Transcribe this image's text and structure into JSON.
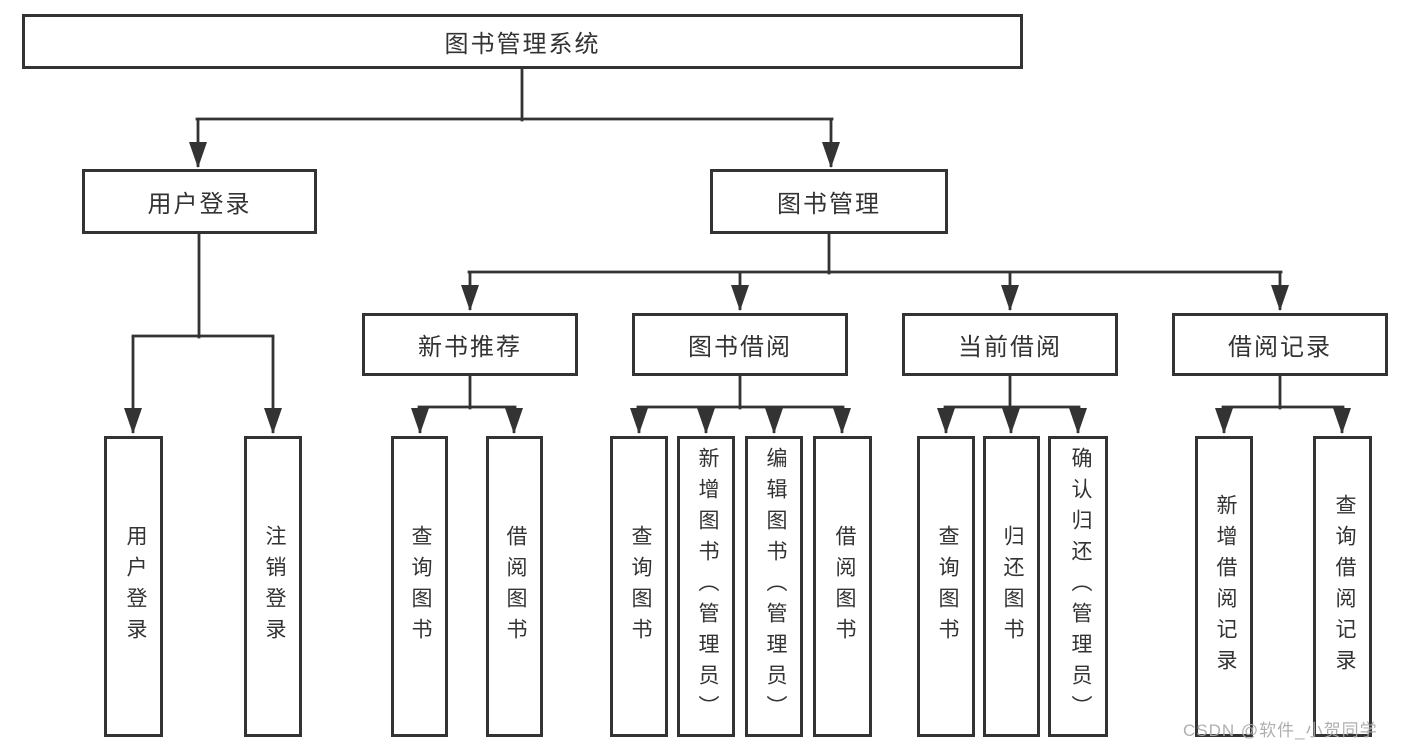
{
  "diagram": {
    "root": {
      "label": "图书管理系统"
    },
    "branches": [
      {
        "label": "用户登录",
        "children": [
          {
            "label": "用户登录"
          },
          {
            "label": "注销登录"
          }
        ]
      },
      {
        "label": "图书管理",
        "children": [
          {
            "label": "新书推荐",
            "children": [
              {
                "label": "查询图书"
              },
              {
                "label": "借阅图书"
              }
            ]
          },
          {
            "label": "图书借阅",
            "children": [
              {
                "label": "查询图书"
              },
              {
                "label": "新增图书（管理员）"
              },
              {
                "label": "编辑图书（管理员）"
              },
              {
                "label": "借阅图书"
              }
            ]
          },
          {
            "label": "当前借阅",
            "children": [
              {
                "label": "查询图书"
              },
              {
                "label": "归还图书"
              },
              {
                "label": "确认归还（管理员）"
              }
            ]
          },
          {
            "label": "借阅记录",
            "children": [
              {
                "label": "新增借阅记录"
              },
              {
                "label": "查询借阅记录"
              }
            ]
          }
        ]
      }
    ]
  },
  "watermark": {
    "text": "CSDN @软件_小贺同学"
  },
  "colors": {
    "line": "#333333",
    "box_border": "#333333",
    "box_fill": "#ffffff",
    "text": "#333333",
    "watermark": "#ababab",
    "background": "#ffffff"
  }
}
